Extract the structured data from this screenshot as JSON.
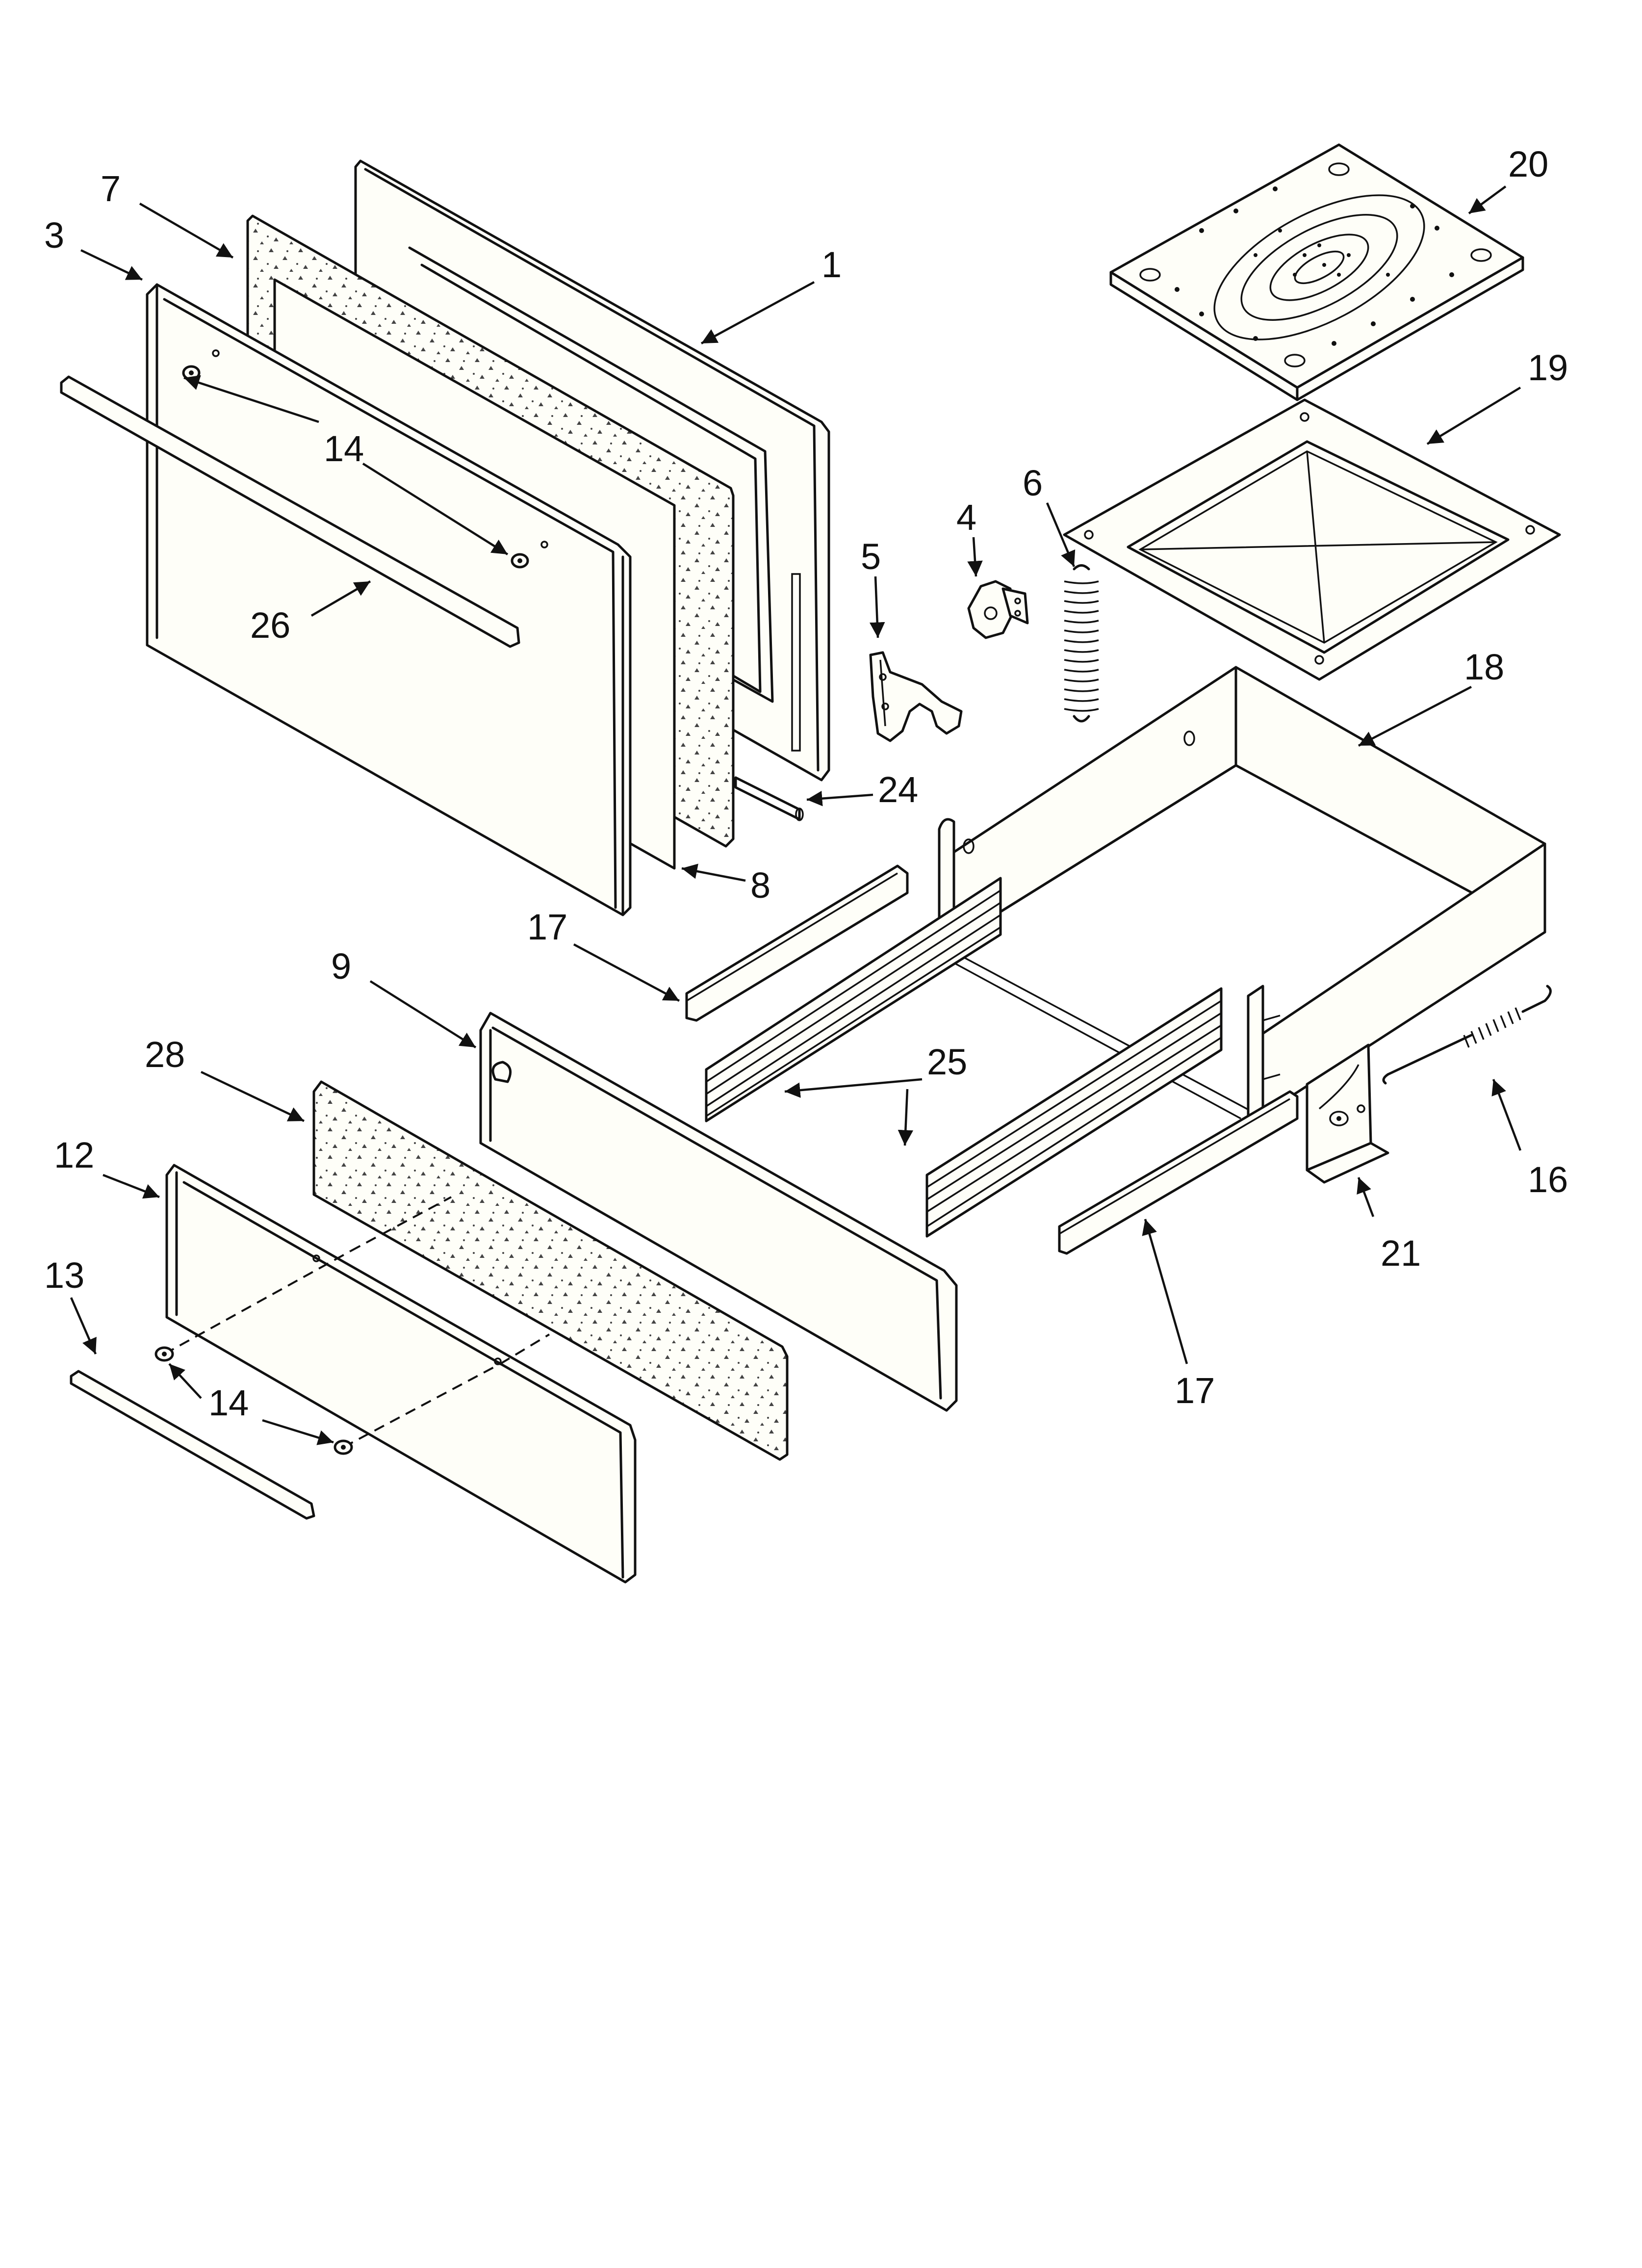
{
  "diagram": {
    "colors": {
      "ink": "#111111",
      "part_fill": "#fefef8",
      "paper": "#ffffff"
    },
    "callouts": [
      {
        "id": "c20",
        "label": "20"
      },
      {
        "id": "c7",
        "label": "7"
      },
      {
        "id": "c3",
        "label": "3"
      },
      {
        "id": "c1",
        "label": "1"
      },
      {
        "id": "c19",
        "label": "19"
      },
      {
        "id": "c14a",
        "label": "14"
      },
      {
        "id": "c6",
        "label": "6"
      },
      {
        "id": "c4",
        "label": "4"
      },
      {
        "id": "c5",
        "label": "5"
      },
      {
        "id": "c26",
        "label": "26"
      },
      {
        "id": "c18",
        "label": "18"
      },
      {
        "id": "c24",
        "label": "24"
      },
      {
        "id": "c8",
        "label": "8"
      },
      {
        "id": "c17a",
        "label": "17"
      },
      {
        "id": "c9",
        "label": "9"
      },
      {
        "id": "c28",
        "label": "28"
      },
      {
        "id": "c25",
        "label": "25"
      },
      {
        "id": "c12",
        "label": "12"
      },
      {
        "id": "c16",
        "label": "16"
      },
      {
        "id": "c13",
        "label": "13"
      },
      {
        "id": "c21",
        "label": "21"
      },
      {
        "id": "c14b",
        "label": "14"
      },
      {
        "id": "c17b",
        "label": "17"
      }
    ]
  }
}
